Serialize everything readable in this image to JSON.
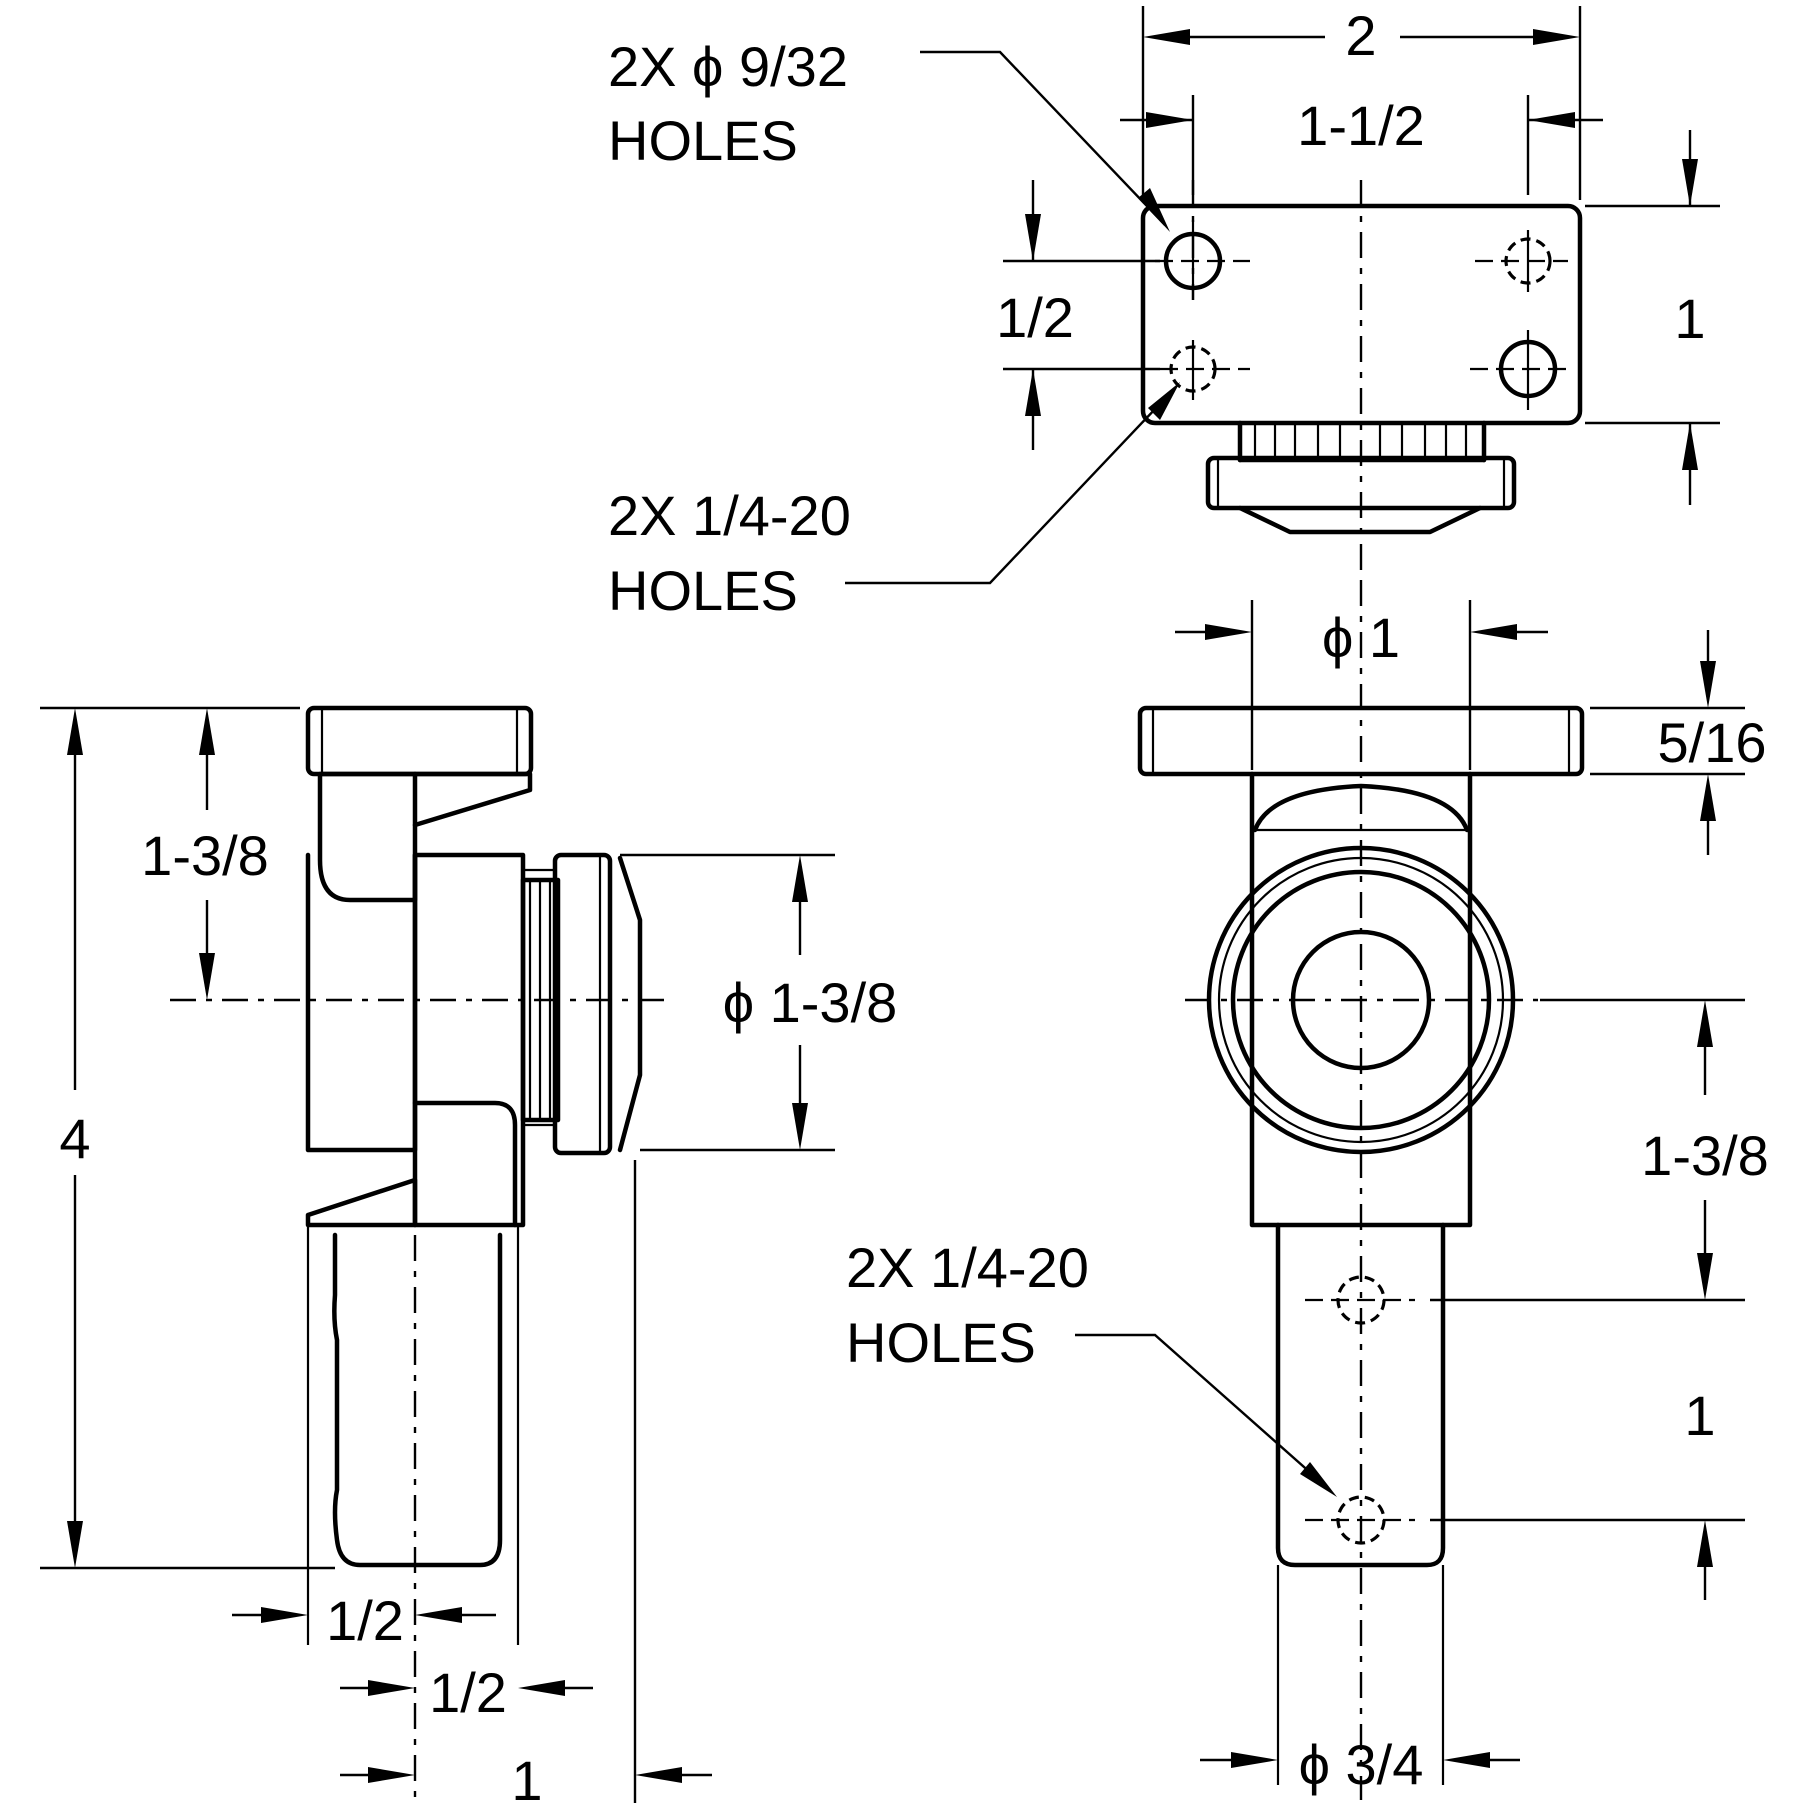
{
  "top_view": {
    "callout_9_32_line1": "2X ϕ 9/32",
    "callout_9_32_line2": "HOLES",
    "callout_tap_line1": "2X 1/4-20",
    "callout_tap_line2": "HOLES",
    "dim_width": "2",
    "dim_hole_spacing_x": "1-1/2",
    "dim_hole_spacing_y": "1/2",
    "dim_depth": "1"
  },
  "side_view": {
    "dim_overall_height": "4",
    "dim_top_to_center": "1-3/8",
    "dim_knob_dia": "ϕ 1-3/8",
    "dim_pin_offset": "1/2",
    "dim_pin_to_face": "1/2",
    "dim_knob_projection": "1"
  },
  "front_view": {
    "dim_body_dia": "ϕ 1",
    "dim_flange_thickness": "5/16",
    "dim_center_to_hole": "1-3/8",
    "dim_hole_spacing": "1",
    "dim_pin_dia": "ϕ 3/4",
    "callout_tap_line1": "2X 1/4-20",
    "callout_tap_line2": "HOLES"
  }
}
